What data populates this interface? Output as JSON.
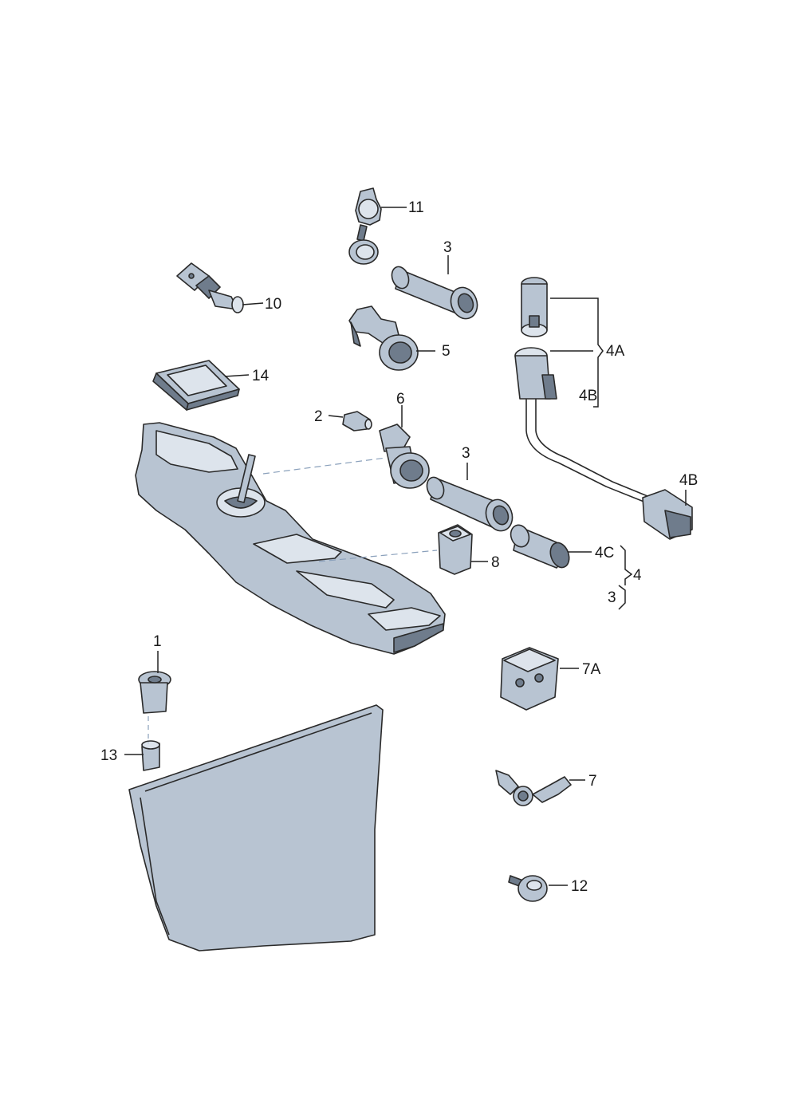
{
  "callouts": {
    "p1": "1",
    "p2": "2",
    "p3a": "3",
    "p3b": "3",
    "p3c": "3",
    "p4": "4",
    "p4a": "4A",
    "p4b_top": "4B",
    "p4b": "4B",
    "p4c": "4C",
    "p5": "5",
    "p6": "6",
    "p7": "7",
    "p7a": "7A",
    "p8": "8",
    "p10": "10",
    "p11": "11",
    "p12": "12",
    "p13": "13",
    "p14": "14"
  },
  "colors": {
    "part_fill": "#b8c4d2",
    "part_dark": "#6f7c8c",
    "outline": "#2a2a2a",
    "dashed_leader": "#8aa0bb"
  }
}
